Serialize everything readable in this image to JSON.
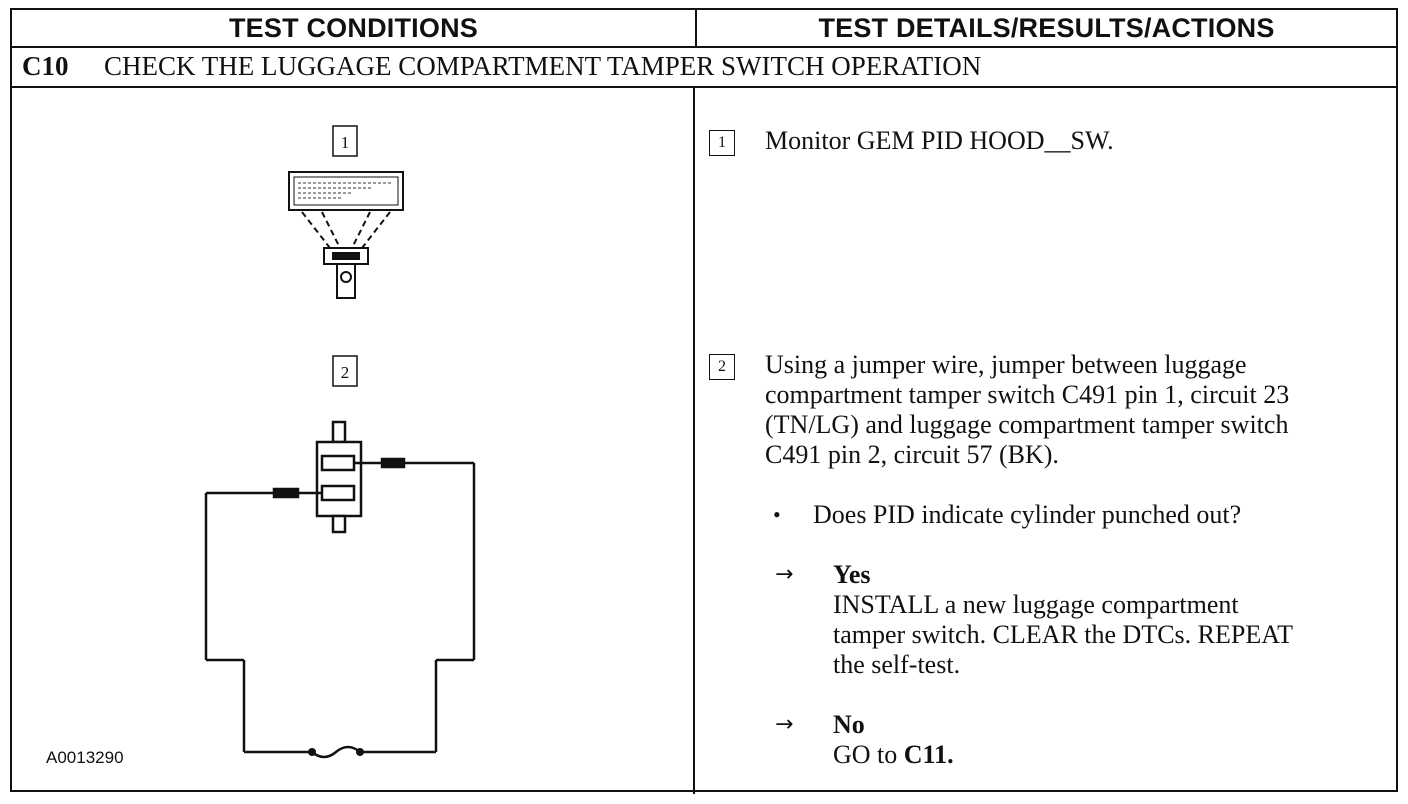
{
  "headers": {
    "left": "TEST CONDITIONS",
    "right": "TEST DETAILS/RESULTS/ACTIONS"
  },
  "test": {
    "code": "C10",
    "title": "CHECK THE LUGGAGE COMPARTMENT TAMPER SWITCH OPERATION"
  },
  "illustration": {
    "step1_label": "1",
    "step2_label": "2",
    "figure_id": "A0013290",
    "icons": [
      "scan-tool-icon",
      "switch-jumper-circuit-icon",
      "fuse-icon"
    ]
  },
  "steps": [
    {
      "number": "1",
      "text": "Monitor GEM PID HOOD__SW."
    },
    {
      "number": "2",
      "text_lines": [
        "Using a jumper wire, jumper between luggage",
        "compartment tamper switch C491 pin 1, circuit 23",
        "(TN/LG) and luggage compartment tamper switch",
        "C491 pin 2, circuit 57 (BK)."
      ],
      "bullet": "•",
      "question": "Does PID indicate cylinder punched out?",
      "results": [
        {
          "arrow": "→",
          "label": "Yes",
          "lines": [
            "INSTALL a new luggage compartment",
            "tamper switch. CLEAR the DTCs. REPEAT",
            "the self-test."
          ]
        },
        {
          "arrow": "→",
          "label": "No",
          "action_prefix": "GO to ",
          "action_target": "C11",
          "action_suffix": "."
        }
      ]
    }
  ]
}
